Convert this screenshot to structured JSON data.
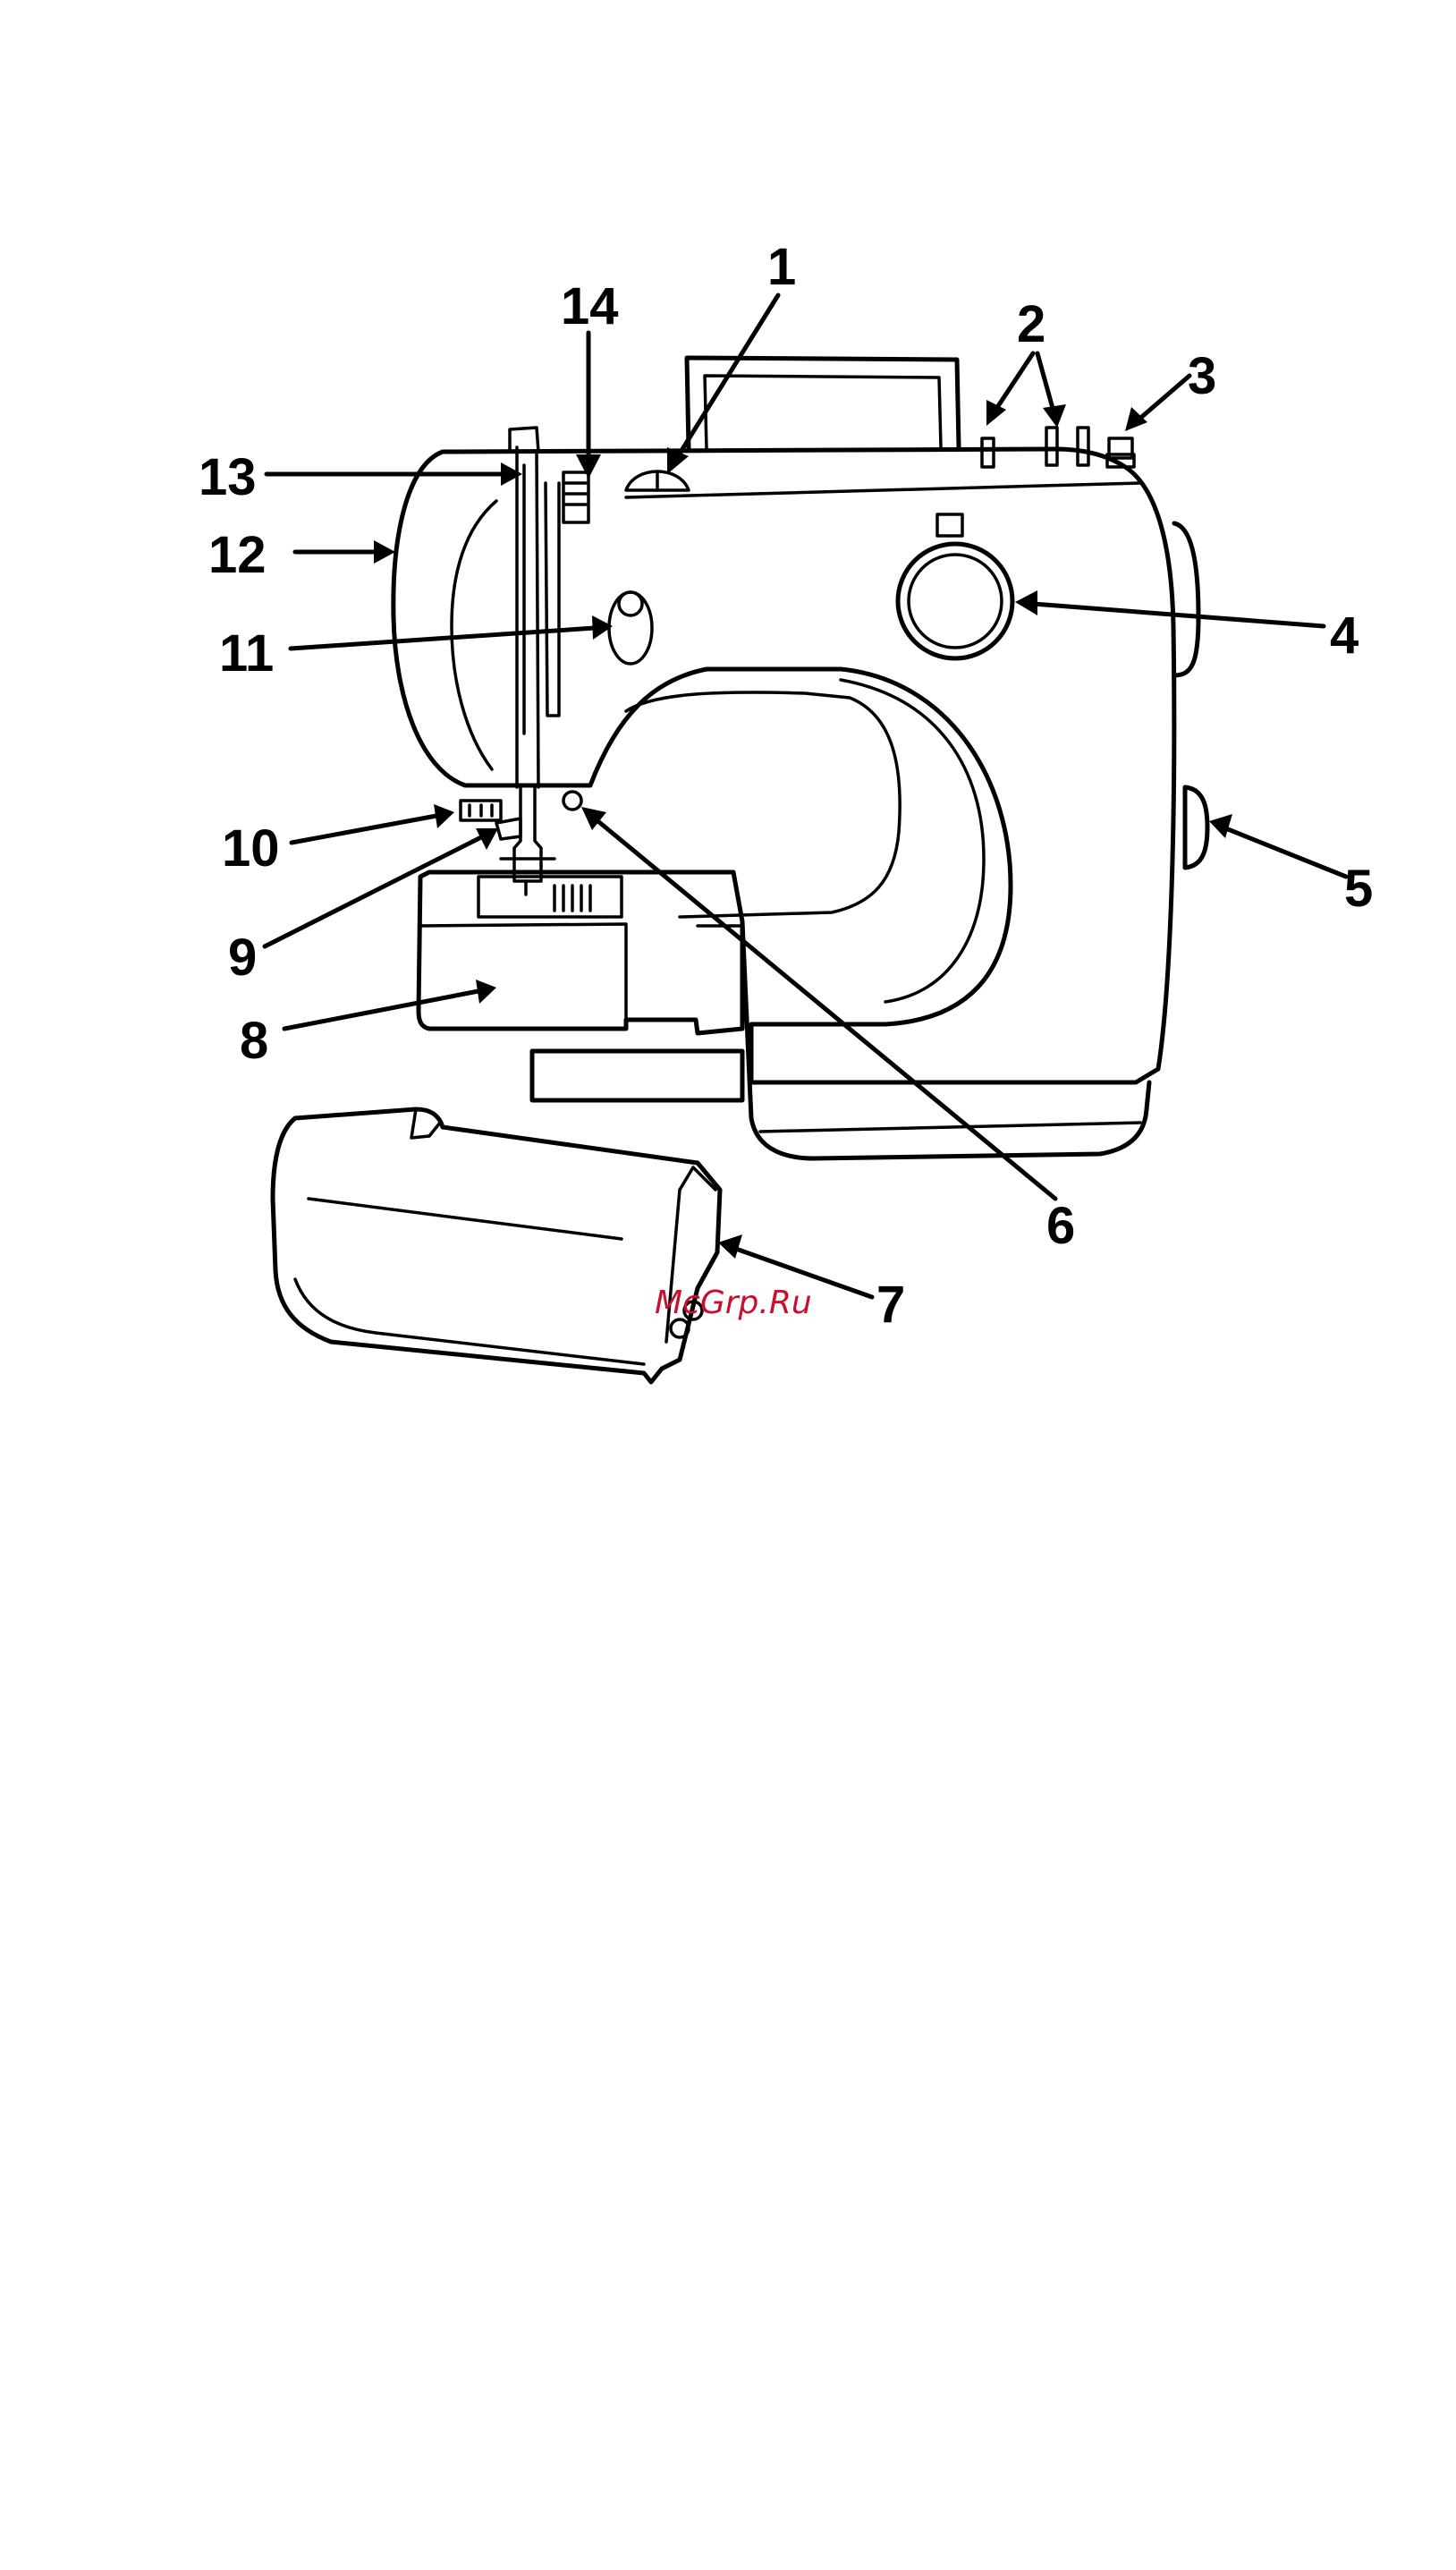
{
  "callouts": [
    {
      "id": "1",
      "label": "1"
    },
    {
      "id": "2",
      "label": "2"
    },
    {
      "id": "3",
      "label": "3"
    },
    {
      "id": "4",
      "label": "4"
    },
    {
      "id": "5",
      "label": "5"
    },
    {
      "id": "6",
      "label": "6"
    },
    {
      "id": "7",
      "label": "7"
    },
    {
      "id": "8",
      "label": "8"
    },
    {
      "id": "9",
      "label": "9"
    },
    {
      "id": "10",
      "label": "10"
    },
    {
      "id": "11",
      "label": "11"
    },
    {
      "id": "12",
      "label": "12"
    },
    {
      "id": "13",
      "label": "13"
    },
    {
      "id": "14",
      "label": "14"
    }
  ],
  "watermark": {
    "text": "McGrp.Ru",
    "color": "#c8102e"
  },
  "colors": {
    "line": "#000000",
    "background": "#ffffff"
  }
}
